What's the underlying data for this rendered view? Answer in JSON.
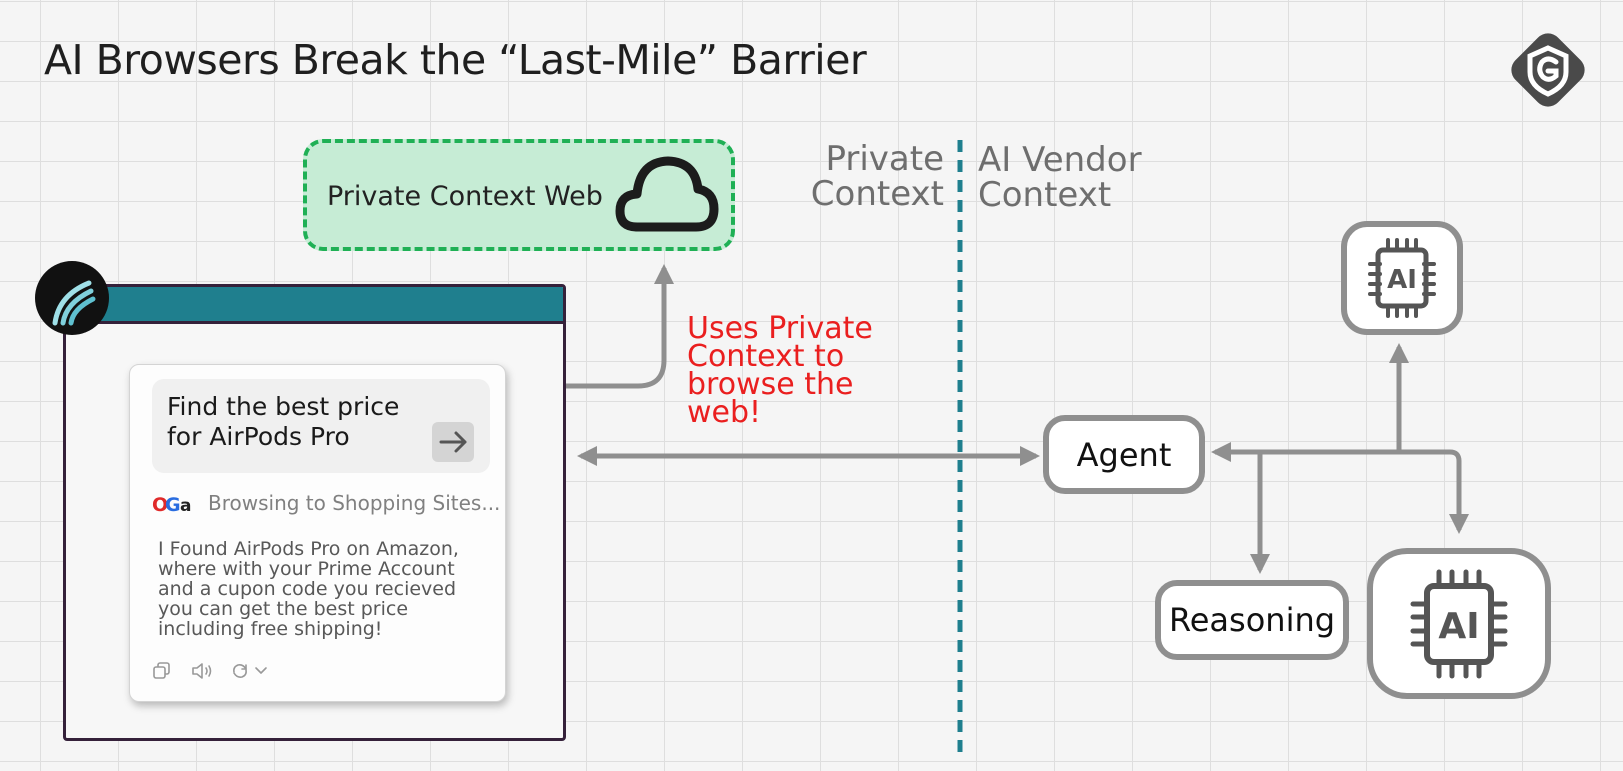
{
  "title": "AI Browsers Break the “Last-Mile” Barrier",
  "cloud": {
    "label": "Private Context Web",
    "icon": "cloud-icon",
    "fill": "#c6ecd5",
    "border": "#1fb055"
  },
  "contexts": {
    "private_line1": "Private",
    "private_line2": "Context",
    "vendor_line1": "AI Vendor",
    "vendor_line2": "Context"
  },
  "note": {
    "text": "Uses  Private Context to browse the web!",
    "color": "#ea1f1f"
  },
  "browser": {
    "bar_color": "#1f7f8e",
    "prompt": "Find the best price for AirPods Pro",
    "status": "Browsing to Shopping Sites...",
    "status_logo_letters": [
      "O",
      "G",
      "a"
    ],
    "result": "I Found AirPods Pro on Amazon, where with your Prime Account and a cupon code you recieved you can get the best price including free shipping!",
    "send_icon": "arrow-right-icon",
    "tools": [
      "copy-icon",
      "speaker-icon",
      "regenerate-icon",
      "chevron-down-icon"
    ]
  },
  "nodes": {
    "agent": "Agent",
    "reasoning": "Reasoning",
    "ai_chip_top": "AI",
    "ai_chip_large": "AI"
  },
  "colors": {
    "arrow": "#8f8f8f",
    "divider": "#1f7f8e",
    "brand": "#4a4a4a"
  }
}
